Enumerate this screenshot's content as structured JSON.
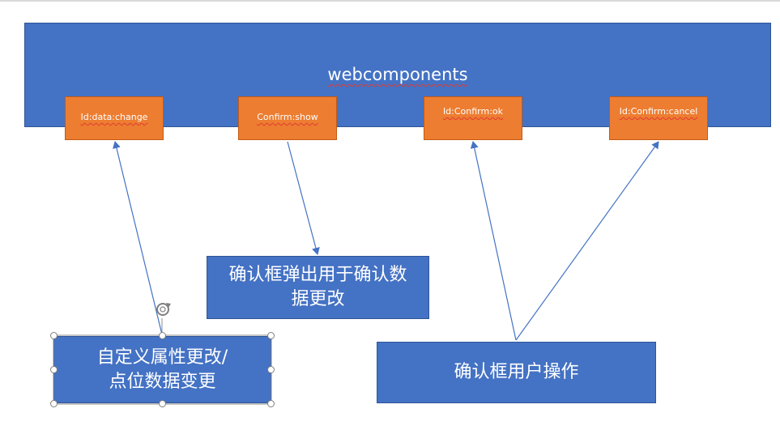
{
  "diagram": {
    "container": {
      "title": "webcomponents"
    },
    "events": [
      {
        "id": "event-data-change",
        "label": "Id:data:change"
      },
      {
        "id": "event-confirm-show",
        "label": "Confirm:show"
      },
      {
        "id": "event-confirm-ok",
        "label": "Id:Confirm:ok"
      },
      {
        "id": "event-confirm-cancel",
        "label": "Id:Confirm:cancel"
      }
    ],
    "boxes": {
      "confirm_popup": {
        "line1": "确认框弹出用于确认数",
        "line2": "据更改"
      },
      "attr_change": {
        "line1": "自定义属性更改/",
        "line2": "点位数据变更"
      },
      "user_action": {
        "text": "确认框用户操作"
      }
    },
    "colors": {
      "container": "#4472c4",
      "event_box": "#ed7d31",
      "text_box": "#4472c4",
      "connector": "#4472c4"
    }
  }
}
